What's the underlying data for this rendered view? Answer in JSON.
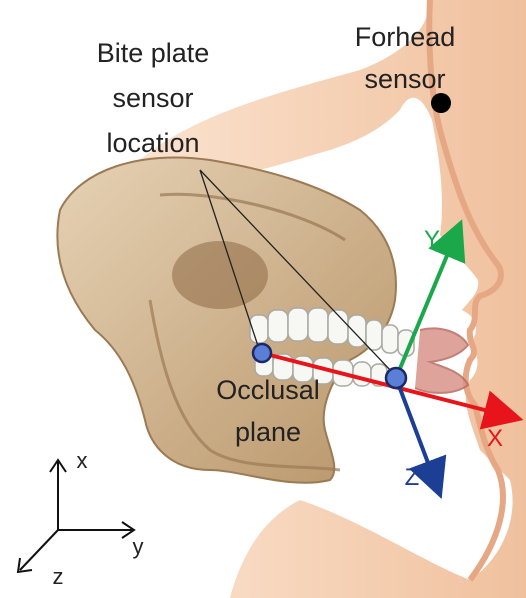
{
  "labels": {
    "bite_plate": [
      "Bite plate",
      "sensor",
      "location"
    ],
    "forehead": [
      "Forhead",
      "sensor"
    ],
    "occlusal": [
      "Occlusal",
      "plane"
    ],
    "axis_x": "X",
    "axis_y": "Y",
    "axis_z": "Z",
    "ref_x": "x",
    "ref_y": "y",
    "ref_z": "z"
  },
  "colors": {
    "x_axis": "#e8141b",
    "y_axis": "#1aa84a",
    "z_axis": "#1c3f95",
    "sensor_fill": "#5b7fd6",
    "forehead_sensor": "#000000",
    "skin": "#f1c6a4",
    "bone": "#c9ab86"
  }
}
